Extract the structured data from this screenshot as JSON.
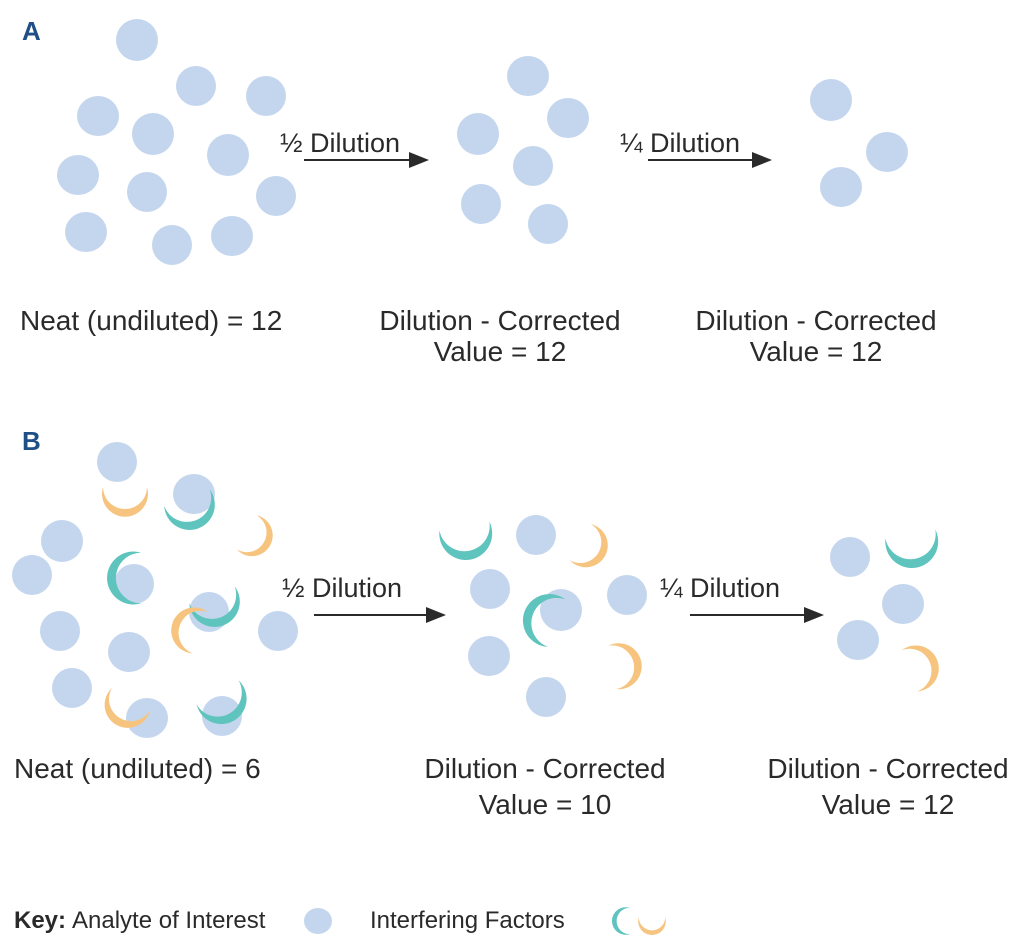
{
  "panel_a": {
    "letter": "A",
    "step1_label": "½ Dilution",
    "step2_label": "¼ Dilution",
    "caption_neat": "Neat (undiluted) = 12",
    "caption_mid_line1": "Dilution - Corrected",
    "caption_mid_line2": "Value = 12",
    "caption_right_line1": "Dilution - Corrected",
    "caption_right_line2": "Value = 12"
  },
  "panel_b": {
    "letter": "B",
    "step1_label": "½ Dilution",
    "step2_label": "¼ Dilution",
    "caption_neat": "Neat (undiluted) = 6",
    "caption_mid_line1": "Dilution - Corrected",
    "caption_mid_line2": "Value = 10",
    "caption_right_line1": "Dilution - Corrected",
    "caption_right_line2": "Value = 12"
  },
  "key": {
    "title": "Key:",
    "analyte_label": "Analyte of Interest",
    "interfering_label": "Interfering Factors"
  },
  "colors": {
    "analyte": "#c4d6ee",
    "interferer_teal": "#5ec4bd",
    "interferer_orange": "#f6c47e",
    "panel_letter": "#1f4f86"
  }
}
